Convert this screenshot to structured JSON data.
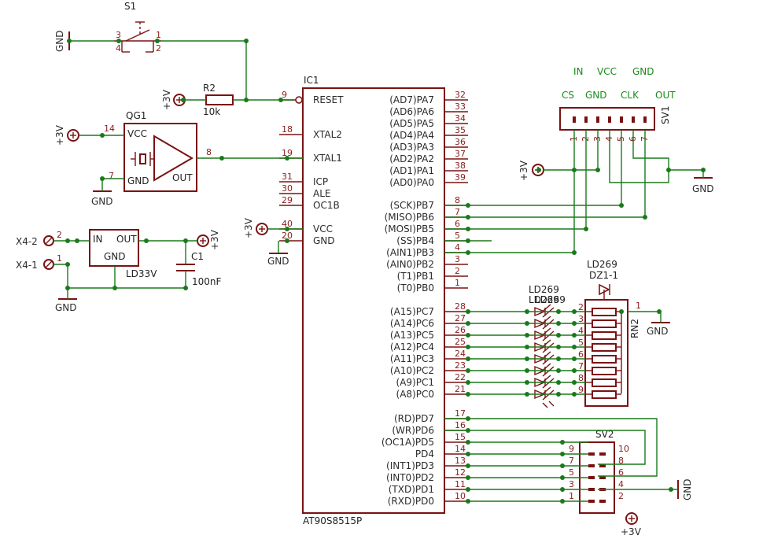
{
  "ic": {
    "ref": "IC1",
    "value": "AT90S8515P",
    "left_pins": [
      {
        "num": "9",
        "name": "RESET"
      },
      {
        "num": "18",
        "name": "XTAL2"
      },
      {
        "num": "19",
        "name": "XTAL1"
      },
      {
        "num": "31",
        "name": "ICP"
      },
      {
        "num": "30",
        "name": "ALE"
      },
      {
        "num": "29",
        "name": "OC1B"
      },
      {
        "num": "40",
        "name": "VCC"
      },
      {
        "num": "20",
        "name": "GND"
      }
    ],
    "right_pins": [
      {
        "num": "32",
        "name": "(AD7)PA7"
      },
      {
        "num": "33",
        "name": "(AD6)PA6"
      },
      {
        "num": "34",
        "name": "(AD5)PA5"
      },
      {
        "num": "35",
        "name": "(AD4)PA4"
      },
      {
        "num": "36",
        "name": "(AD3)PA3"
      },
      {
        "num": "37",
        "name": "(AD2)PA2"
      },
      {
        "num": "38",
        "name": "(AD1)PA1"
      },
      {
        "num": "39",
        "name": "(AD0)PA0"
      },
      {
        "num": "8",
        "name": "(SCK)PB7"
      },
      {
        "num": "7",
        "name": "(MISO)PB6"
      },
      {
        "num": "6",
        "name": "(MOSI)PB5"
      },
      {
        "num": "5",
        "name": "(SS)PB4"
      },
      {
        "num": "4",
        "name": "(AIN1)PB3"
      },
      {
        "num": "3",
        "name": "(AIN0)PB2"
      },
      {
        "num": "2",
        "name": "(T1)PB1"
      },
      {
        "num": "1",
        "name": "(T0)PB0"
      },
      {
        "num": "28",
        "name": "(A15)PC7"
      },
      {
        "num": "27",
        "name": "(A14)PC6"
      },
      {
        "num": "26",
        "name": "(A13)PC5"
      },
      {
        "num": "25",
        "name": "(A12)PC4"
      },
      {
        "num": "24",
        "name": "(A11)PC3"
      },
      {
        "num": "23",
        "name": "(A10)PC2"
      },
      {
        "num": "22",
        "name": "(A9)PC1"
      },
      {
        "num": "21",
        "name": "(A8)PC0"
      },
      {
        "num": "17",
        "name": "(RD)PD7"
      },
      {
        "num": "16",
        "name": "(WR)PD6"
      },
      {
        "num": "15",
        "name": "(OC1A)PD5"
      },
      {
        "num": "14",
        "name": "PD4"
      },
      {
        "num": "13",
        "name": "(INT1)PD3"
      },
      {
        "num": "12",
        "name": "(INT0)PD2"
      },
      {
        "num": "11",
        "name": "(TXD)PD1"
      },
      {
        "num": "10",
        "name": "(RXD)PD0"
      }
    ]
  },
  "switch": {
    "ref": "S1",
    "pins": [
      "3",
      "4",
      "1",
      "2"
    ]
  },
  "resistor": {
    "ref": "R2",
    "value": "10k"
  },
  "oscillator": {
    "ref": "QG1",
    "vcc": "VCC",
    "gnd": "GND",
    "out": "OUT",
    "pin_vcc": "14",
    "pin_gnd": "7",
    "pin_out": "8"
  },
  "regulator": {
    "value": "LD33V",
    "in": "IN",
    "out": "OUT",
    "gnd": "GND"
  },
  "capacitor": {
    "ref": "C1",
    "value": "100nF"
  },
  "connectors": {
    "x42": "X4-2",
    "x41": "X4-1",
    "x42_pin": "2",
    "x41_pin": "1"
  },
  "isp": {
    "ref": "SV1",
    "top_labels": [
      "IN",
      "VCC",
      "GND"
    ],
    "labels": [
      "CS",
      "GND",
      "CLK",
      "OUT"
    ],
    "pins": [
      "1",
      "2",
      "3",
      "4",
      "5",
      "6",
      "7"
    ]
  },
  "zener": {
    "value": "LD269",
    "ref": "DZ1-1"
  },
  "led_array": {
    "labels": [
      "LD269",
      "LD269",
      "LD269"
    ]
  },
  "resistor_network": {
    "ref": "RN2",
    "pins": [
      "2",
      "3",
      "4",
      "5",
      "6",
      "7",
      "8",
      "9"
    ],
    "common": "1"
  },
  "header": {
    "ref": "SV2",
    "left": [
      "9",
      "7",
      "5",
      "3",
      "1"
    ],
    "right": [
      "10",
      "8",
      "6",
      "4",
      "2"
    ]
  },
  "power": {
    "plus3v": "+3V",
    "gnd": "GND"
  }
}
